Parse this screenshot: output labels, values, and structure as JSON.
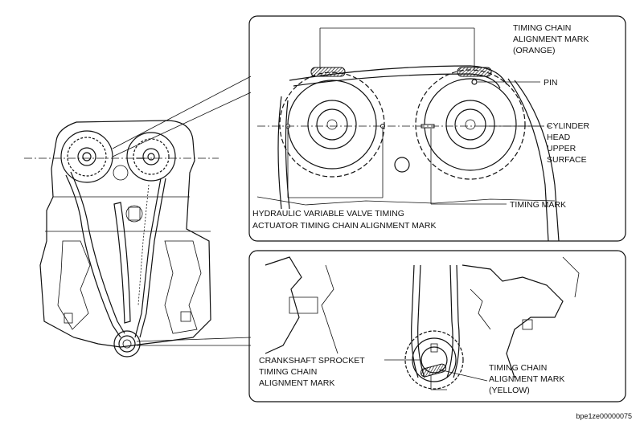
{
  "diagram": {
    "labels": {
      "timing_chain_alignment_mark_orange": [
        "TIMING CHAIN",
        "ALIGNMENT MARK",
        "(ORANGE)"
      ],
      "pin": "PIN",
      "cylinder_head_upper_surface": [
        "CYLINDER",
        "HEAD",
        "UPPER",
        "SURFACE"
      ],
      "timing_mark": "TIMING MARK",
      "hydraulic_vvt_mark": [
        "HYDRAULIC VARIABLE VALVE TIMING",
        "ACTUATOR TIMING CHAIN ALIGNMENT MARK"
      ],
      "crankshaft_sprocket_mark": [
        "CRANKSHAFT SPROCKET",
        "TIMING CHAIN",
        "ALIGNMENT MARK"
      ],
      "timing_chain_alignment_mark_yellow": [
        "TIMING CHAIN",
        "ALIGNMENT MARK",
        "(YELLOW)"
      ]
    },
    "figure_code": "bpe1ze00000075"
  }
}
